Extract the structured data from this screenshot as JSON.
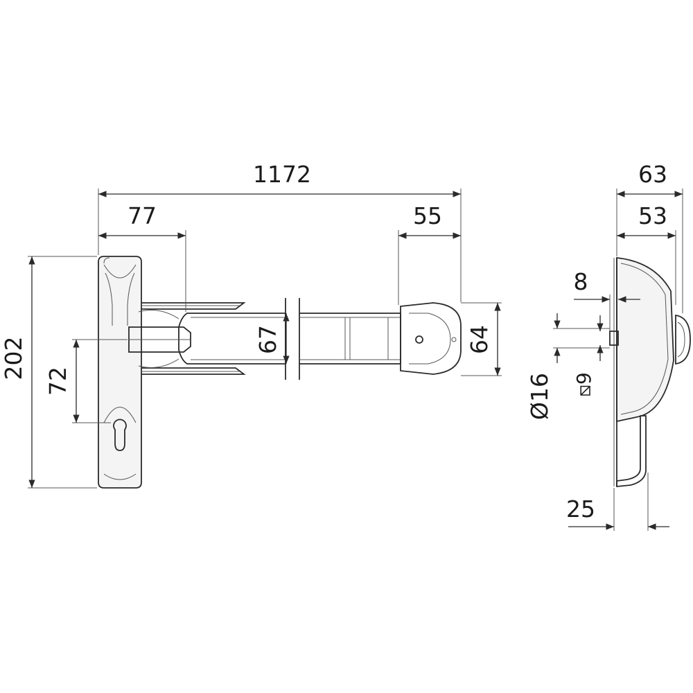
{
  "dimensions": {
    "overall_length": "1172",
    "plate_to_bar": "77",
    "end_cap": "55",
    "plate_height": "202",
    "key_offset": "72",
    "bar_height": "67",
    "cap_height": "64",
    "depth_total": "63",
    "depth_body": "53",
    "spindle_gap": "8",
    "diameter": "Ø16",
    "square": "⧅9",
    "lever_depth": "25"
  }
}
